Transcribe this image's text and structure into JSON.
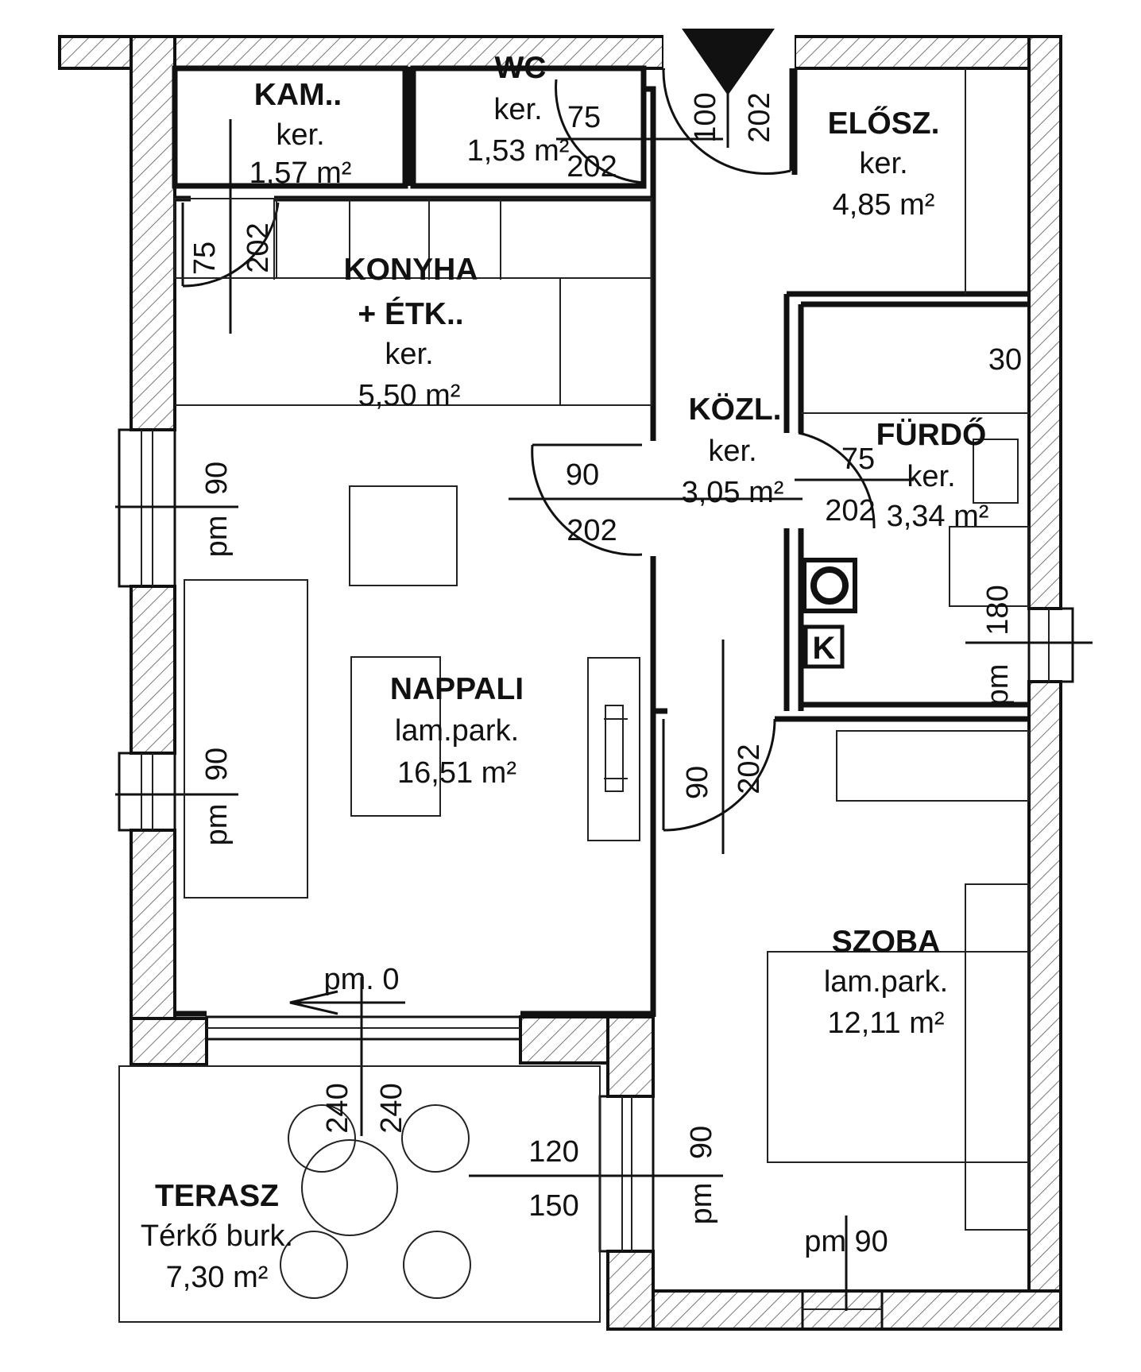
{
  "rooms": {
    "kamra": {
      "name": "KAM..",
      "floor": "ker.",
      "area": "1,57 m²"
    },
    "wc": {
      "name": "WC",
      "floor": "ker.",
      "area": "1,53 m²"
    },
    "eloszoba": {
      "name": "ELŐSZ.",
      "floor": "ker.",
      "area": "4,85 m²"
    },
    "konyha": {
      "name_line1": "KONYHA",
      "name_line2": "+ ÉTK..",
      "floor": "ker.",
      "area": "5,50 m²"
    },
    "kozlekedo": {
      "name": "KÖZL.",
      "floor": "ker.",
      "area": "3,05 m²"
    },
    "furdo": {
      "name": "FÜRDŐ",
      "floor": "ker.",
      "area": "3,34 m²"
    },
    "nappali": {
      "name": "NAPPALI",
      "floor": "lam.park.",
      "area": "16,51 m²"
    },
    "szoba": {
      "name": "SZOBA",
      "floor": "lam.park.",
      "area": "12,11 m²"
    },
    "terasz": {
      "name": "TERASZ",
      "floor": "Térkő burk.",
      "area": "7,30 m²"
    }
  },
  "dimensions": {
    "wc_door_w": "75",
    "wc_door_h": "202",
    "entry_door_w": "100",
    "entry_door_h": "202",
    "kam_door_w": "75",
    "kam_door_h": "202",
    "nappali_door_w": "90",
    "nappali_door_h": "202",
    "furdo_door_w": "75",
    "furdo_door_h": "202",
    "szoba_door_w": "90",
    "szoba_door_h": "202",
    "furdo_niche": "30",
    "win_left_top_w": "90",
    "win_left_top_pm": "pm",
    "win_left_bot_w": "90",
    "win_left_bot_pm": "pm",
    "furdo_win_w": "180",
    "furdo_win_pm": "pm",
    "terasz_door_pm": "pm. 0",
    "terasz_door_h1": "240",
    "terasz_door_h2": "240",
    "szoba_win_left_w": "120",
    "szoba_win_left_h": "150",
    "szoba_win_side_w": "90",
    "szoba_win_side_pm": "pm",
    "szoba_win_bottom": "pm 90"
  },
  "symbols": {
    "boiler_letter": "K"
  }
}
